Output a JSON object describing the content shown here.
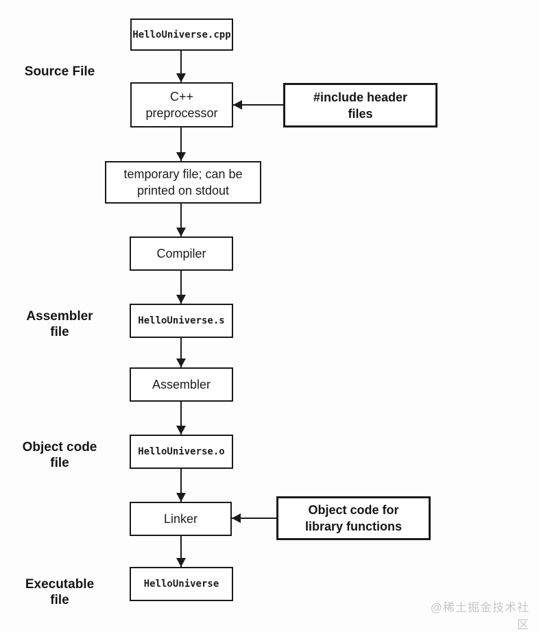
{
  "diagram": {
    "title_semantic": "C++ compilation process flowchart",
    "nodes": {
      "source_file": "HelloUniverse.cpp",
      "preprocessor": "C++\npreprocessor",
      "include_headers": "#include header\nfiles",
      "temp_file": "temporary file; can be\nprinted on stdout",
      "compiler": "Compiler",
      "assembly_file": "HelloUniverse.s",
      "assembler": "Assembler",
      "object_file": "HelloUniverse.o",
      "linker": "Linker",
      "object_library": "Object code for\nlibrary functions",
      "executable": "HelloUniverse"
    },
    "side_labels": {
      "source": "Source File",
      "assembler": "Assembler\nfile",
      "object_code": "Object code\nfile",
      "executable": "Executable\nfile"
    },
    "watermark": "@稀土掘金技术社区",
    "colors": {
      "line": "#1a1a1a",
      "box_fill": "#ffffff",
      "background": "#fdfdfd",
      "watermark": "#c8c8c8"
    }
  }
}
